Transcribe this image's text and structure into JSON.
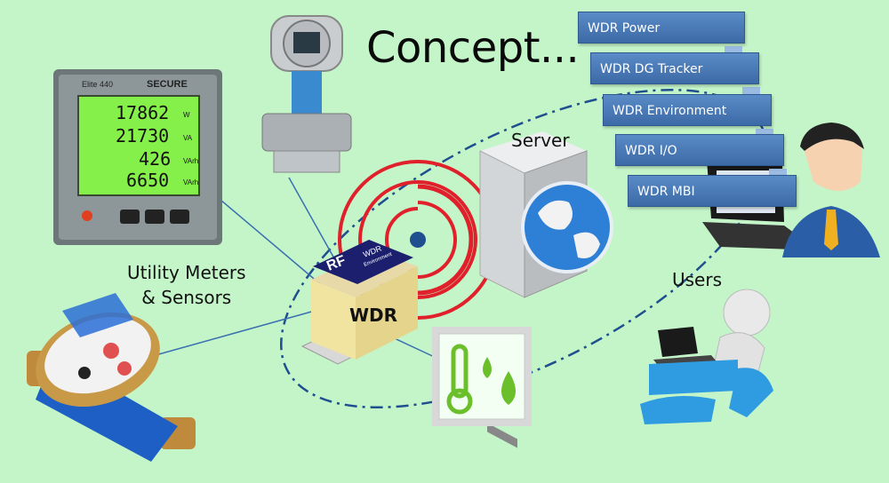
{
  "title": "Concept...",
  "labels": {
    "server": "Server",
    "users": "Users",
    "meters_line1": "Utility Meters",
    "meters_line2": "& Sensors",
    "wdr": "WDR"
  },
  "device_text": {
    "meter_brand": "SECURE",
    "meter_model": "Elite 440",
    "meter_readings": [
      "17862",
      "21730",
      "426",
      "6650"
    ],
    "meter_units": [
      "W",
      "VA",
      "VArh",
      "VArh"
    ],
    "wdr_box_logo": "RF",
    "wdr_box_brand": "WDR",
    "wdr_box_sub": "Environment"
  },
  "modules": [
    {
      "label": "WDR Power"
    },
    {
      "label": "WDR DG Tracker"
    },
    {
      "label": "WDR Environment"
    },
    {
      "label": "WDR I/O"
    },
    {
      "label": "WDR MBI"
    }
  ],
  "colors": {
    "background": "#c4f5c9",
    "module_blue": "#4a7cba",
    "signal_red": "#e0202a",
    "ellipse_blue": "#1f4f8f"
  }
}
